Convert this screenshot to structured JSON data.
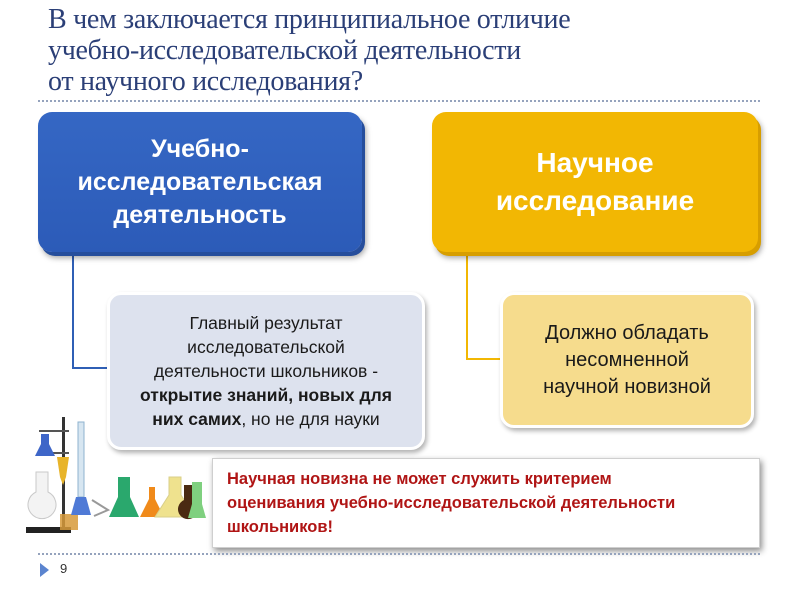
{
  "slide": {
    "title_lines": [
      "В чем заключается принципиальное отличие",
      "учебно-исследовательской деятельности",
      "от научного исследования?"
    ],
    "page_number": "9",
    "colors": {
      "title": "#2b3f77",
      "blue_box": "#3567c4",
      "yellow_box": "#f2b703",
      "left_sub_box": "#dde2ee",
      "right_sub_box": "#f6dc8d",
      "warning_text": "#b01515"
    }
  },
  "left_column": {
    "header_lines": [
      "Учебно-",
      "исследовательская",
      "деятельность"
    ],
    "detail": {
      "line1": "Главный результат",
      "line2": "исследовательской",
      "line3": "деятельности школьников -",
      "bold_part1": "открытие знаний, новых для",
      "bold_part2": "них самих",
      "tail": ", но не для науки"
    }
  },
  "right_column": {
    "header_lines": [
      "Научное",
      "исследование"
    ],
    "detail_lines": [
      "Должно обладать",
      "несомненной",
      "научной новизной"
    ]
  },
  "warning": {
    "lines": [
      "Научная новизна не может служить критерием",
      "оценивания учебно-исследовательской деятельности",
      "школьников!"
    ]
  },
  "image": {
    "icon": "laboratory-glassware-image"
  }
}
